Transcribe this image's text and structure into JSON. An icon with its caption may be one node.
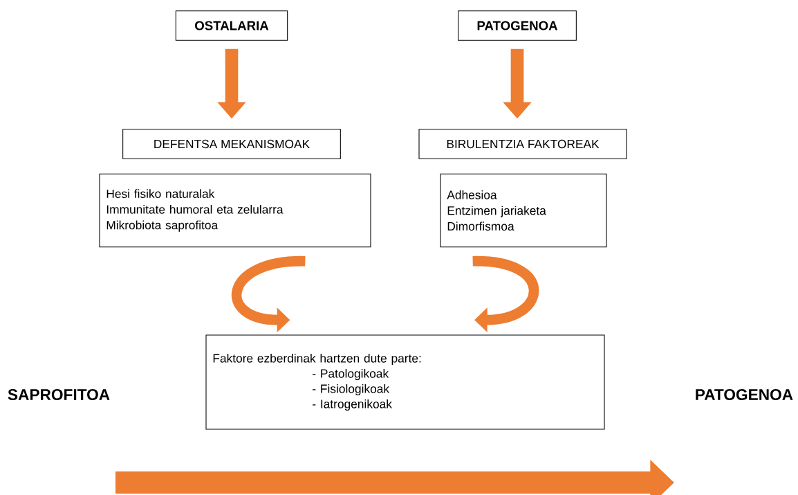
{
  "diagram": {
    "nodes": [
      {
        "text": [
          "OSTALARIA"
        ]
      },
      {
        "text": [
          "PATOGENOA"
        ]
      },
      {
        "text": [
          "DEFENTSA MEKANISMOAK"
        ]
      },
      {
        "text": [
          "BIRULENTZIA FAKTOREAK"
        ]
      },
      {
        "text": [
          "Hesi fisiko naturalak",
          "Immunitate humoral eta zelularra",
          "Mikrobiota saprofitoa"
        ]
      },
      {
        "text": [
          "Adhesioa",
          "Entzimen jariaketa",
          "Dimorfismoa"
        ]
      },
      {
        "text": [
          "Faktore ezberdinak hartzen dute parte:",
          "- Patologikoak",
          "- Fisiologikoak",
          "- Iatrogenikoak"
        ]
      },
      {
        "text": [
          "SAPROFITOA"
        ]
      },
      {
        "text": [
          "PATOGENOA"
        ]
      }
    ],
    "edges": [
      {
        "from": 0,
        "to": 2,
        "arrow": "to"
      },
      {
        "from": 1,
        "to": 3,
        "arrow": "to"
      },
      {
        "from": 4,
        "to": 6,
        "arrow": "to"
      },
      {
        "from": 5,
        "to": 6,
        "arrow": "to"
      }
    ]
  }
}
